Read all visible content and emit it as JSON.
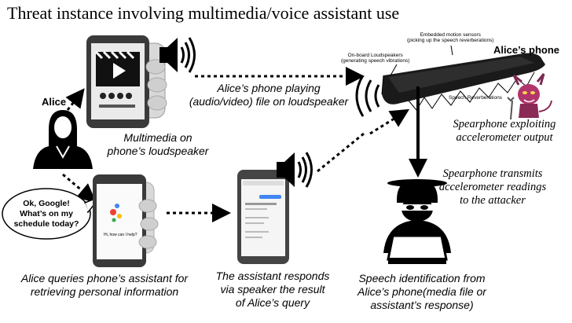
{
  "title": "Threat instance involving multimedia/voice assistant use",
  "labels": {
    "alice": "Alice",
    "alices_phone": "Alice’s phone",
    "onboard_loudspeakers": "On-board Loudspeakers\n(generating speech vibrations)",
    "motion_sensors": "Embedded motion sensors\n(picking up the speech reverberations)",
    "speech_reverberations": "Speech Reverberations",
    "bubble": "Ok, Google!\nWhat’s on my\nschedule today?",
    "assistant_screen_text": "Hi, how can I help?"
  },
  "captions": {
    "multimedia": "Multimedia on\nphone’s loudspeaker",
    "playing": "Alice’s phone playing\n(audio/video) file on loudspeaker",
    "spearphone_exploit": "Spearphone exploiting\naccelerometer output",
    "spearphone_transmits": "Spearphone transmits\naccelerometer readings\nto the attacker",
    "queries": "Alice queries phone’s assistant for\nretrieving personal information",
    "responds": "The assistant responds\nvia speaker the result\nof Alice’s query",
    "identification": "Speech identification from\nAlice’s phone(media file or\nassistant’s response)"
  }
}
